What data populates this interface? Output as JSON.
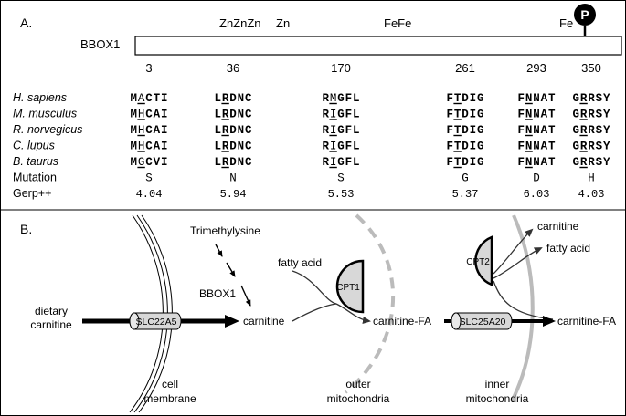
{
  "panelA": {
    "label": "A.",
    "protein": "BBOX1",
    "phospho": "P",
    "metals": {
      "zn": "ZnZnZn",
      "zn2": "Zn",
      "fefe": "FeFe",
      "fe": "Fe"
    },
    "positions": [
      "3",
      "36",
      "170",
      "261",
      "293",
      "350"
    ],
    "species": [
      {
        "name": "H. sapiens",
        "seqs": [
          [
            [
              "M",
              "b"
            ],
            [
              "A",
              "n"
            ],
            [
              "C",
              "b"
            ],
            [
              "T",
              "b"
            ],
            [
              "I",
              "b"
            ]
          ],
          [
            [
              "L",
              "b"
            ],
            [
              "R",
              "b"
            ],
            [
              "D",
              "b"
            ],
            [
              "N",
              "b"
            ],
            [
              "C",
              "b"
            ]
          ],
          [
            [
              "R",
              "b"
            ],
            [
              "M",
              "n"
            ],
            [
              "G",
              "b"
            ],
            [
              "F",
              "b"
            ],
            [
              "L",
              "b"
            ]
          ],
          [
            [
              "F",
              "b"
            ],
            [
              "T",
              "b"
            ],
            [
              "D",
              "b"
            ],
            [
              "I",
              "b"
            ],
            [
              "G",
              "b"
            ]
          ],
          [
            [
              "F",
              "b"
            ],
            [
              "N",
              "b"
            ],
            [
              "N",
              "b"
            ],
            [
              "A",
              "b"
            ],
            [
              "T",
              "b"
            ]
          ],
          [
            [
              "G",
              "b"
            ],
            [
              "R",
              "b"
            ],
            [
              "R",
              "b"
            ],
            [
              "S",
              "b"
            ],
            [
              "Y",
              "b"
            ]
          ]
        ]
      },
      {
        "name": "M. musculus",
        "seqs": [
          [
            [
              "M",
              "b"
            ],
            [
              "H",
              "n"
            ],
            [
              "C",
              "b"
            ],
            [
              "A",
              "b"
            ],
            [
              "I",
              "b"
            ]
          ],
          [
            [
              "L",
              "b"
            ],
            [
              "R",
              "b"
            ],
            [
              "D",
              "b"
            ],
            [
              "N",
              "b"
            ],
            [
              "C",
              "b"
            ]
          ],
          [
            [
              "R",
              "b"
            ],
            [
              "I",
              "n"
            ],
            [
              "G",
              "b"
            ],
            [
              "F",
              "b"
            ],
            [
              "L",
              "b"
            ]
          ],
          [
            [
              "F",
              "b"
            ],
            [
              "T",
              "b"
            ],
            [
              "D",
              "b"
            ],
            [
              "I",
              "b"
            ],
            [
              "G",
              "b"
            ]
          ],
          [
            [
              "F",
              "b"
            ],
            [
              "N",
              "b"
            ],
            [
              "N",
              "b"
            ],
            [
              "A",
              "b"
            ],
            [
              "T",
              "b"
            ]
          ],
          [
            [
              "G",
              "b"
            ],
            [
              "R",
              "b"
            ],
            [
              "R",
              "b"
            ],
            [
              "S",
              "b"
            ],
            [
              "Y",
              "b"
            ]
          ]
        ]
      },
      {
        "name": "R. norvegicus",
        "seqs": [
          [
            [
              "M",
              "b"
            ],
            [
              "H",
              "n"
            ],
            [
              "C",
              "b"
            ],
            [
              "A",
              "b"
            ],
            [
              "I",
              "b"
            ]
          ],
          [
            [
              "L",
              "b"
            ],
            [
              "R",
              "b"
            ],
            [
              "D",
              "b"
            ],
            [
              "N",
              "b"
            ],
            [
              "C",
              "b"
            ]
          ],
          [
            [
              "R",
              "b"
            ],
            [
              "I",
              "n"
            ],
            [
              "G",
              "b"
            ],
            [
              "F",
              "b"
            ],
            [
              "L",
              "b"
            ]
          ],
          [
            [
              "F",
              "b"
            ],
            [
              "T",
              "b"
            ],
            [
              "D",
              "b"
            ],
            [
              "I",
              "b"
            ],
            [
              "G",
              "b"
            ]
          ],
          [
            [
              "F",
              "b"
            ],
            [
              "N",
              "b"
            ],
            [
              "N",
              "b"
            ],
            [
              "A",
              "b"
            ],
            [
              "T",
              "b"
            ]
          ],
          [
            [
              "G",
              "b"
            ],
            [
              "R",
              "b"
            ],
            [
              "R",
              "b"
            ],
            [
              "S",
              "b"
            ],
            [
              "Y",
              "b"
            ]
          ]
        ]
      },
      {
        "name": "C. lupus",
        "seqs": [
          [
            [
              "M",
              "b"
            ],
            [
              "H",
              "n"
            ],
            [
              "C",
              "b"
            ],
            [
              "A",
              "b"
            ],
            [
              "I",
              "b"
            ]
          ],
          [
            [
              "L",
              "b"
            ],
            [
              "R",
              "b"
            ],
            [
              "D",
              "b"
            ],
            [
              "N",
              "b"
            ],
            [
              "C",
              "b"
            ]
          ],
          [
            [
              "R",
              "b"
            ],
            [
              "I",
              "n"
            ],
            [
              "G",
              "b"
            ],
            [
              "F",
              "b"
            ],
            [
              "L",
              "b"
            ]
          ],
          [
            [
              "F",
              "b"
            ],
            [
              "T",
              "b"
            ],
            [
              "D",
              "b"
            ],
            [
              "I",
              "b"
            ],
            [
              "G",
              "b"
            ]
          ],
          [
            [
              "F",
              "b"
            ],
            [
              "N",
              "b"
            ],
            [
              "N",
              "b"
            ],
            [
              "A",
              "b"
            ],
            [
              "T",
              "b"
            ]
          ],
          [
            [
              "G",
              "b"
            ],
            [
              "R",
              "b"
            ],
            [
              "R",
              "b"
            ],
            [
              "S",
              "b"
            ],
            [
              "Y",
              "b"
            ]
          ]
        ]
      },
      {
        "name": "B. taurus",
        "seqs": [
          [
            [
              "M",
              "b"
            ],
            [
              "G",
              "n"
            ],
            [
              "C",
              "b"
            ],
            [
              "V",
              "b"
            ],
            [
              "I",
              "b"
            ]
          ],
          [
            [
              "L",
              "b"
            ],
            [
              "R",
              "b"
            ],
            [
              "D",
              "b"
            ],
            [
              "N",
              "b"
            ],
            [
              "C",
              "b"
            ]
          ],
          [
            [
              "R",
              "b"
            ],
            [
              "I",
              "n"
            ],
            [
              "G",
              "b"
            ],
            [
              "F",
              "b"
            ],
            [
              "L",
              "b"
            ]
          ],
          [
            [
              "F",
              "b"
            ],
            [
              "T",
              "b"
            ],
            [
              "D",
              "b"
            ],
            [
              "I",
              "b"
            ],
            [
              "G",
              "b"
            ]
          ],
          [
            [
              "F",
              "b"
            ],
            [
              "N",
              "b"
            ],
            [
              "N",
              "b"
            ],
            [
              "A",
              "b"
            ],
            [
              "T",
              "b"
            ]
          ],
          [
            [
              "G",
              "b"
            ],
            [
              "R",
              "b"
            ],
            [
              "R",
              "b"
            ],
            [
              "S",
              "b"
            ],
            [
              "Y",
              "b"
            ]
          ]
        ]
      }
    ],
    "mutation_label": "Mutation",
    "mutations": [
      "S",
      "N",
      "S",
      "G",
      "D",
      "H"
    ],
    "gerp_label": "Gerp++",
    "gerp": [
      "4.04",
      "5.94",
      "5.53",
      "5.37",
      "6.03",
      "4.03"
    ]
  },
  "panelB": {
    "label": "B.",
    "trimethylysine": "Trimethylysine",
    "bbox1": "BBOX1",
    "dietary_line1": "dietary",
    "dietary_line2": "carnitine",
    "slc22a5": "SLC22A5",
    "carnitine1": "carnitine",
    "fatty_acid1": "fatty acid",
    "cpt1": "CPT1",
    "carnitine_fa1": "carnitine-FA",
    "cpt2": "CPT2",
    "carnitine2": "carnitine",
    "fatty_acid2": "fatty acid",
    "slc25a20": "SLC25A20",
    "carnitine_fa2": "carnitine-FA",
    "cell_line1": "cell",
    "cell_line2": "membrane",
    "outer_line1": "outer",
    "outer_line2": "mitochondria",
    "inner_line1": "inner",
    "inner_line2": "mitochondria"
  }
}
